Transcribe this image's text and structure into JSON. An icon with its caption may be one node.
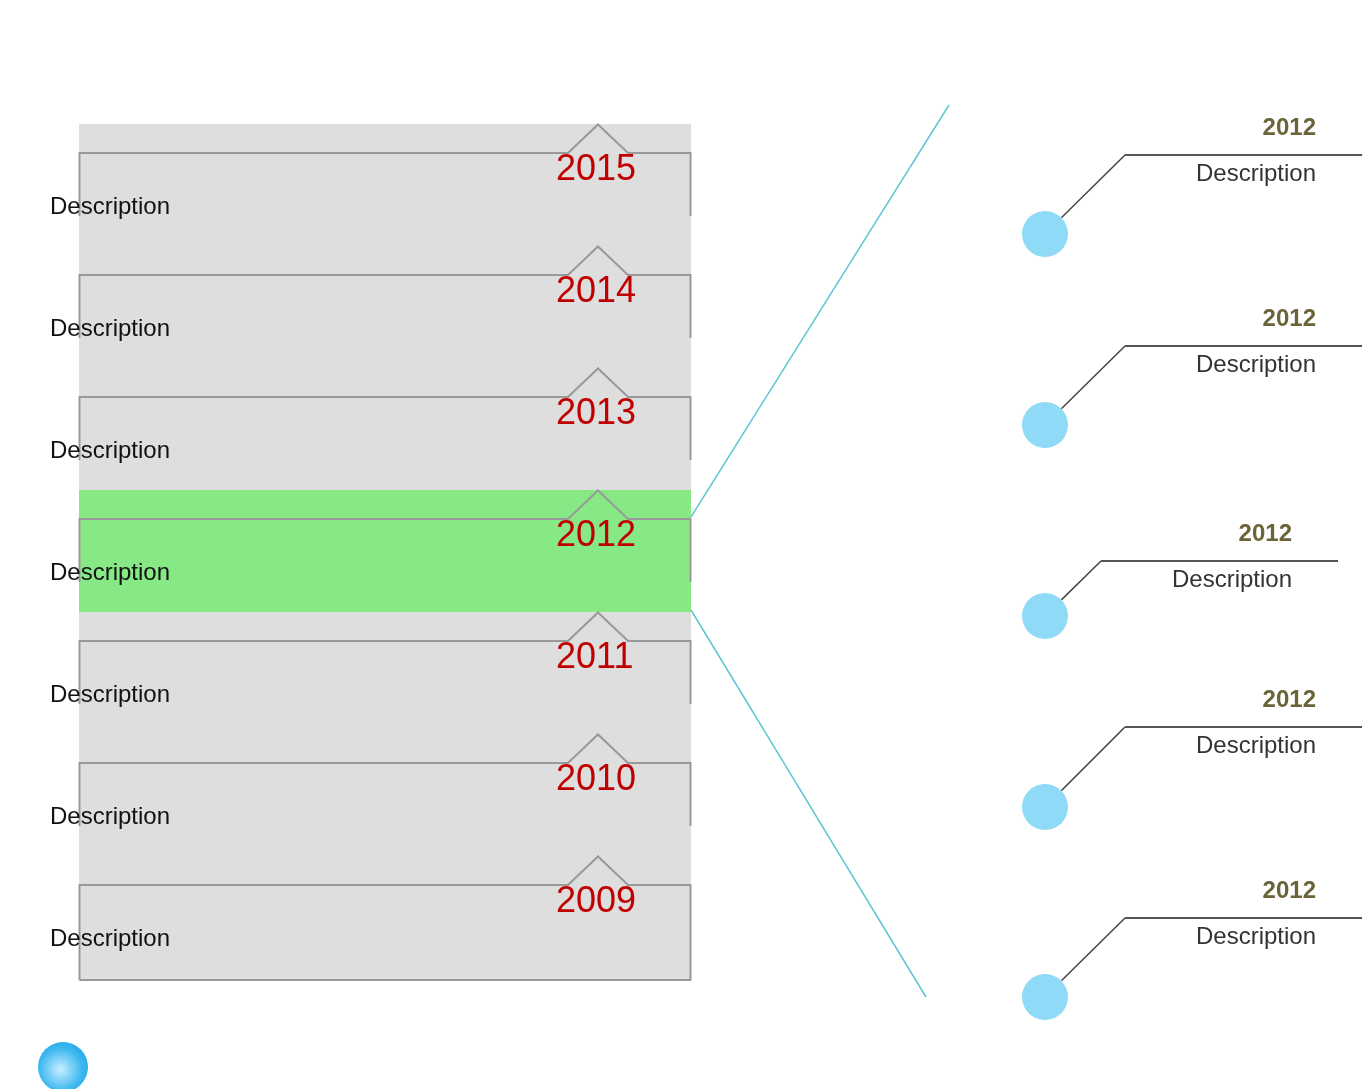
{
  "diagram": {
    "nodes": [
      {
        "text": [
          "2015",
          "Description"
        ]
      },
      {
        "text": [
          "2014",
          "Description"
        ]
      },
      {
        "text": [
          "2013",
          "Description"
        ]
      },
      {
        "text": [
          "2012",
          "Description"
        ]
      },
      {
        "text": [
          "2011",
          "Description"
        ]
      },
      {
        "text": [
          "2010",
          "Description"
        ]
      },
      {
        "text": [
          "2009",
          "Description"
        ]
      },
      {
        "text": [
          "2012",
          "Description"
        ]
      },
      {
        "text": [],
        "shape": "circle"
      },
      {
        "text": [
          "2012",
          "Description"
        ]
      },
      {
        "text": [],
        "shape": "circle"
      },
      {
        "text": [
          "2012",
          "Description"
        ]
      },
      {
        "text": [],
        "shape": "circle"
      },
      {
        "text": [
          "2012",
          "Description"
        ]
      },
      {
        "text": [],
        "shape": "circle"
      },
      {
        "text": [
          "2012",
          "Description"
        ]
      },
      {
        "text": [],
        "shape": "circle"
      }
    ],
    "edges": [
      {
        "from": 3,
        "to": null,
        "arrow": "none",
        "color": "#5cc6d6"
      },
      {
        "from": 3,
        "to": null,
        "arrow": "none",
        "color": "#5cc6d6"
      },
      {
        "from": 8,
        "to": 7,
        "arrow": "none"
      },
      {
        "from": 10,
        "to": 9,
        "arrow": "none"
      },
      {
        "from": 12,
        "to": 11,
        "arrow": "none"
      },
      {
        "from": 14,
        "to": 13,
        "arrow": "none"
      },
      {
        "from": 16,
        "to": 15,
        "arrow": "none"
      }
    ]
  }
}
